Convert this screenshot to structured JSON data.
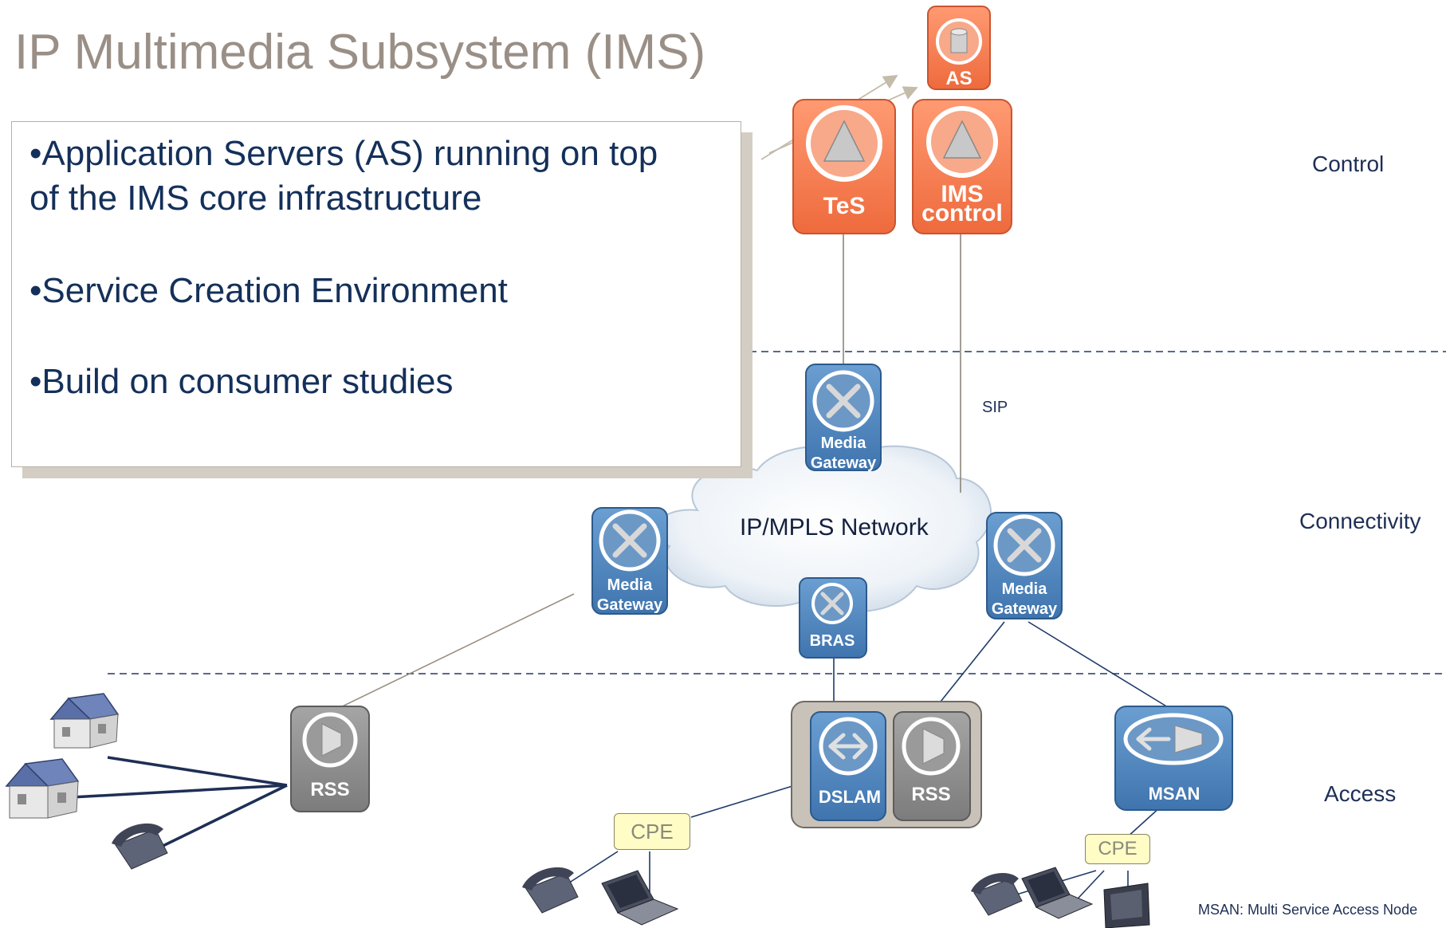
{
  "title": "IP Multimedia Subsystem (IMS)",
  "bullets": [
    "•Application Servers (AS)  running on top",
    "of the IMS core infrastructure",
    "•Service Creation Environment",
    "•Build on consumer studies"
  ],
  "layers": {
    "control": "Control",
    "connectivity": "Connectivity",
    "access": "Access"
  },
  "network_label": "IP/MPLS Network",
  "sip_label": "SIP",
  "footnote": "MSAN: Multi Service Access Node",
  "nodes": {
    "as": "AS",
    "tes": "TeS",
    "ims_control_1": "IMS",
    "ims_control_2": "control",
    "media": "Media",
    "gateway": "Gateway",
    "bras": "BRAS",
    "rss": "RSS",
    "dslam": "DSLAM",
    "msan": "MSAN",
    "cpe": "CPE"
  },
  "colors": {
    "orange": "#f2784a",
    "blue": "#4b7fb8",
    "gray": "#8c8c8c"
  }
}
